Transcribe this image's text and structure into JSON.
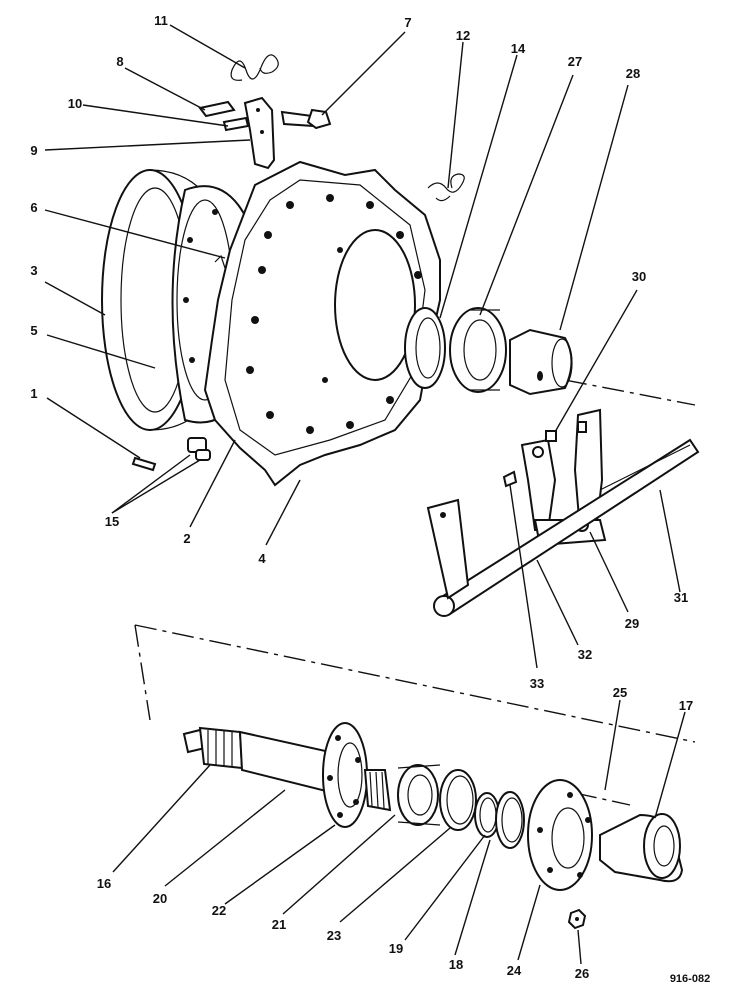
{
  "callouts": [
    "1",
    "2",
    "3",
    "4",
    "5",
    "6",
    "7",
    "8",
    "9",
    "10",
    "11",
    "12",
    "14",
    "15",
    "16",
    "17",
    "18",
    "19",
    "20",
    "21",
    "22",
    "23",
    "24",
    "25",
    "26",
    "27",
    "28",
    "29",
    "30",
    "31",
    "32",
    "33"
  ],
  "drawing_code": "916-082"
}
